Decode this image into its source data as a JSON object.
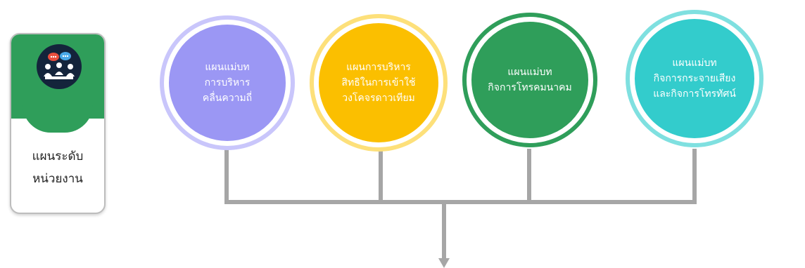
{
  "left_card": {
    "label_line1": "แผนระดับ",
    "label_line2": "หน่วยงาน",
    "icon": "meeting-people-icon",
    "color": "#2f9e5a"
  },
  "nodes": [
    {
      "lines": [
        "แผนแม่บท",
        "การบริหาร",
        "คลื่นความถี่"
      ],
      "fill": "#9b97f4",
      "ring": "#c9c6fb"
    },
    {
      "lines": [
        "แผนการบริหาร",
        "สิทธิในการเข้าใช้",
        "วงโคจรดาวเทียม"
      ],
      "fill": "#fbbf00",
      "ring": "#fde07a"
    },
    {
      "lines": [
        "แผนแม่บท",
        "กิจการโทรคมนาคม"
      ],
      "fill": "#2f9e5a",
      "ring": "#2f9e5a"
    },
    {
      "lines": [
        "แผนแม่บท",
        "กิจการกระจายเสียง",
        "และกิจการโทรทัศน์"
      ],
      "fill": "#33cccc",
      "ring": "#7fe0e0"
    }
  ],
  "connector_color": "#a6a6a6"
}
